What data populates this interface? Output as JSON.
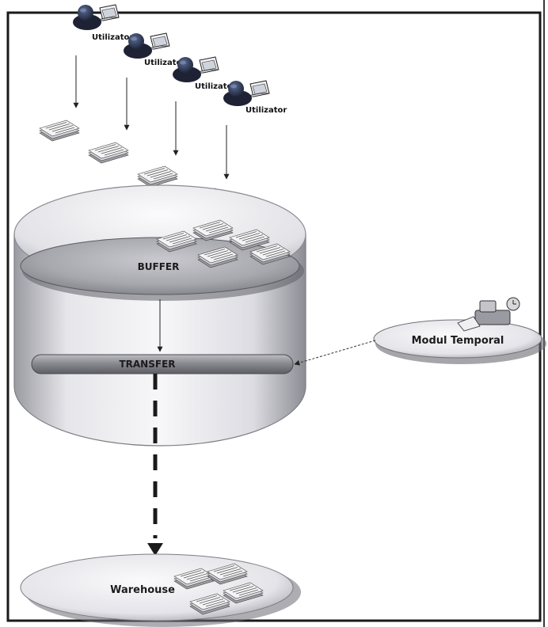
{
  "users": [
    {
      "label": "Utilizator"
    },
    {
      "label": "Utilizator"
    },
    {
      "label": "Utilizator"
    },
    {
      "label": "Utilizator"
    }
  ],
  "buffer": {
    "label": "BUFFER"
  },
  "transfer": {
    "label": "TRANSFER"
  },
  "temporal_module": {
    "label": "Modul Temporal"
  },
  "warehouse": {
    "label": "Warehouse"
  },
  "colors": {
    "frame": "#1a1a1a",
    "cylinder_light": "#f1f1f3",
    "cylinder_dark": "#8e8e96",
    "bar_dark": "#6e6e74",
    "user_head": "#2f3a55",
    "arrow": "#222222"
  }
}
